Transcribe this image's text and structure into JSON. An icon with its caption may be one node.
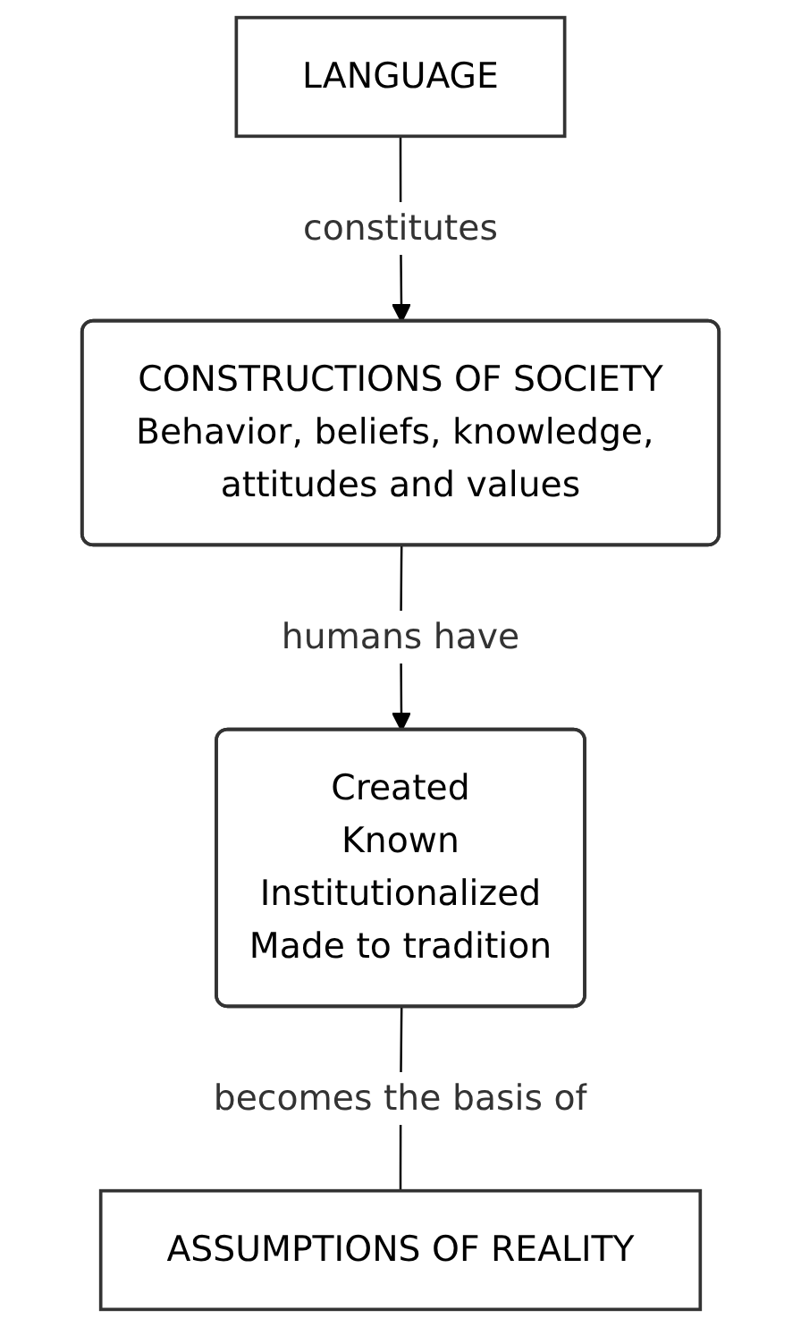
{
  "diagram": {
    "nodes": [
      {
        "text": [
          "LANGUAGE"
        ]
      },
      {
        "text": [
          "CONSTRUCTIONS OF SOCIETY",
          "Behavior, beliefs, knowledge, attitudes and values"
        ]
      },
      {
        "text": [
          "Created",
          "Known",
          "Institutionalized",
          "Made to tradition"
        ]
      },
      {
        "text": [
          "ASSUMPTIONS OF REALITY"
        ]
      }
    ],
    "edges": [
      {
        "from": 0,
        "to": 1,
        "arrow": "to",
        "label": "constitutes"
      },
      {
        "from": 1,
        "to": 2,
        "arrow": "to",
        "label": "humans have"
      },
      {
        "from": 2,
        "to": 3,
        "arrow": "none",
        "label": "becomes the basis of"
      }
    ]
  }
}
